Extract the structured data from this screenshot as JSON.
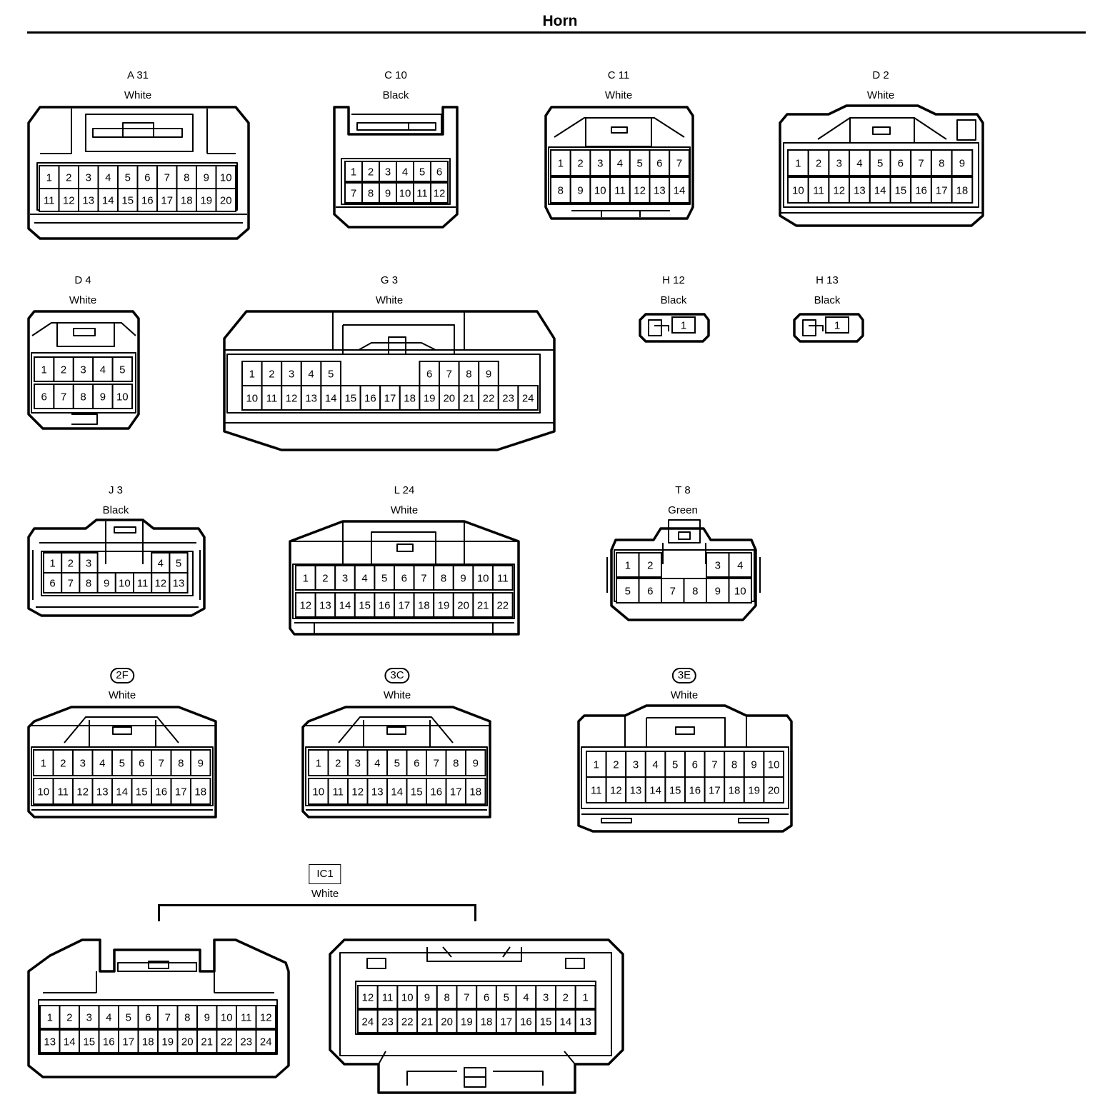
{
  "page": {
    "title": "Horn"
  },
  "connectors": [
    {
      "id": "A 31",
      "color": "White",
      "rows": [
        [
          "1",
          "2",
          "3",
          "4",
          "5",
          "6",
          "7",
          "8",
          "9",
          "10"
        ],
        [
          "11",
          "12",
          "13",
          "14",
          "15",
          "16",
          "17",
          "18",
          "19",
          "20"
        ]
      ]
    },
    {
      "id": "C 10",
      "color": "Black",
      "rows": [
        [
          "1",
          "2",
          "3",
          "4",
          "5",
          "6"
        ],
        [
          "7",
          "8",
          "9",
          "10",
          "11",
          "12"
        ]
      ]
    },
    {
      "id": "C 11",
      "color": "White",
      "rows": [
        [
          "1",
          "2",
          "3",
          "4",
          "5",
          "6",
          "7"
        ],
        [
          "8",
          "9",
          "10",
          "11",
          "12",
          "13",
          "14"
        ]
      ]
    },
    {
      "id": "D 2",
      "color": "White",
      "rows": [
        [
          "1",
          "2",
          "3",
          "4",
          "5",
          "6",
          "7",
          "8",
          "9"
        ],
        [
          "10",
          "11",
          "12",
          "13",
          "14",
          "15",
          "16",
          "17",
          "18"
        ]
      ]
    },
    {
      "id": "D 4",
      "color": "White",
      "rows": [
        [
          "1",
          "2",
          "3",
          "4",
          "5"
        ],
        [
          "6",
          "7",
          "8",
          "9",
          "10"
        ]
      ]
    },
    {
      "id": "G 3",
      "color": "White",
      "rows": [
        [
          "1",
          "2",
          "3",
          "4",
          "5",
          "",
          "",
          "",
          "",
          "6",
          "7",
          "8",
          "9"
        ],
        [
          "10",
          "11",
          "12",
          "13",
          "14",
          "15",
          "16",
          "17",
          "18",
          "19",
          "20",
          "21",
          "22",
          "23",
          "24"
        ]
      ]
    },
    {
      "id": "H 12",
      "color": "Black",
      "rows": [
        [
          "1"
        ]
      ]
    },
    {
      "id": "H 13",
      "color": "Black",
      "rows": [
        [
          "1"
        ]
      ]
    },
    {
      "id": "J 3",
      "color": "Black",
      "rows": [
        [
          "1",
          "2",
          "3",
          "",
          "",
          "",
          "4",
          "5"
        ],
        [
          "6",
          "7",
          "8",
          "9",
          "10",
          "11",
          "12",
          "13"
        ]
      ]
    },
    {
      "id": "L 24",
      "color": "White",
      "rows": [
        [
          "1",
          "2",
          "3",
          "4",
          "5",
          "6",
          "7",
          "8",
          "9",
          "10",
          "11"
        ],
        [
          "12",
          "13",
          "14",
          "15",
          "16",
          "17",
          "18",
          "19",
          "20",
          "21",
          "22"
        ]
      ]
    },
    {
      "id": "T 8",
      "color": "Green",
      "rows": [
        [
          "1",
          "2",
          "",
          "",
          "3",
          "4"
        ],
        [
          "5",
          "6",
          "7",
          "8",
          "9",
          "10"
        ]
      ]
    },
    {
      "id": "2F",
      "color": "White",
      "rows": [
        [
          "1",
          "2",
          "3",
          "4",
          "5",
          "6",
          "7",
          "8",
          "9"
        ],
        [
          "10",
          "11",
          "12",
          "13",
          "14",
          "15",
          "16",
          "17",
          "18"
        ]
      ]
    },
    {
      "id": "3C",
      "color": "White",
      "rows": [
        [
          "1",
          "2",
          "3",
          "4",
          "5",
          "6",
          "7",
          "8",
          "9"
        ],
        [
          "10",
          "11",
          "12",
          "13",
          "14",
          "15",
          "16",
          "17",
          "18"
        ]
      ]
    },
    {
      "id": "3E",
      "color": "White",
      "rows": [
        [
          "1",
          "2",
          "3",
          "4",
          "5",
          "6",
          "7",
          "8",
          "9",
          "10"
        ],
        [
          "11",
          "12",
          "13",
          "14",
          "15",
          "16",
          "17",
          "18",
          "19",
          "20"
        ]
      ]
    },
    {
      "id": "IC1",
      "color": "White",
      "rows": [
        [
          "1",
          "2",
          "3",
          "4",
          "5",
          "6",
          "7",
          "8",
          "9",
          "10",
          "11",
          "12"
        ],
        [
          "13",
          "14",
          "15",
          "16",
          "17",
          "18",
          "19",
          "20",
          "21",
          "22",
          "23",
          "24"
        ]
      ]
    },
    {
      "id": "",
      "color": "",
      "rows": [
        [
          "12",
          "11",
          "10",
          "9",
          "8",
          "7",
          "6",
          "5",
          "4",
          "3",
          "2",
          "1"
        ],
        [
          "24",
          "23",
          "22",
          "21",
          "20",
          "19",
          "18",
          "17",
          "16",
          "15",
          "14",
          "13"
        ]
      ]
    }
  ]
}
